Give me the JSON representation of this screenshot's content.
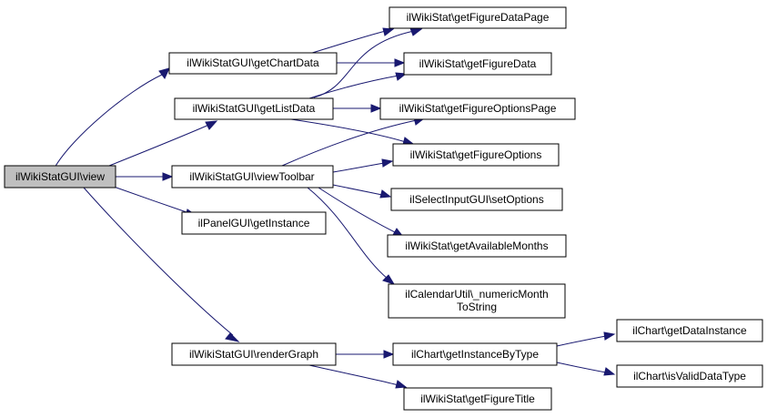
{
  "colors": {
    "root_fill": "#bfbfbf",
    "node_fill": "#ffffff",
    "edge": "#191970"
  },
  "nodes": {
    "view": "ilWikiStatGUI\\view",
    "getChartData": "ilWikiStatGUI\\getChartData",
    "getListData": "ilWikiStatGUI\\getListData",
    "viewToolbar": "ilWikiStatGUI\\viewToolbar",
    "panelGetInstance": "ilPanelGUI\\getInstance",
    "renderGraph": "ilWikiStatGUI\\renderGraph",
    "getFigureDataPage": "ilWikiStat\\getFigureDataPage",
    "getFigureData": "ilWikiStat\\getFigureData",
    "getFigureOptionsPage": "ilWikiStat\\getFigureOptionsPage",
    "getFigureOptions": "ilWikiStat\\getFigureOptions",
    "setOptions": "ilSelectInputGUI\\setOptions",
    "getAvailableMonths": "ilWikiStat\\getAvailableMonths",
    "numericMonth_line1": "ilCalendarUtil\\_numericMonth",
    "numericMonth_line2": "ToString",
    "getInstanceByType": "ilChart\\getInstanceByType",
    "getFigureTitle": "ilWikiStat\\getFigureTitle",
    "getDataInstance": "ilChart\\getDataInstance",
    "isValidDataType": "ilChart\\isValidDataType"
  }
}
